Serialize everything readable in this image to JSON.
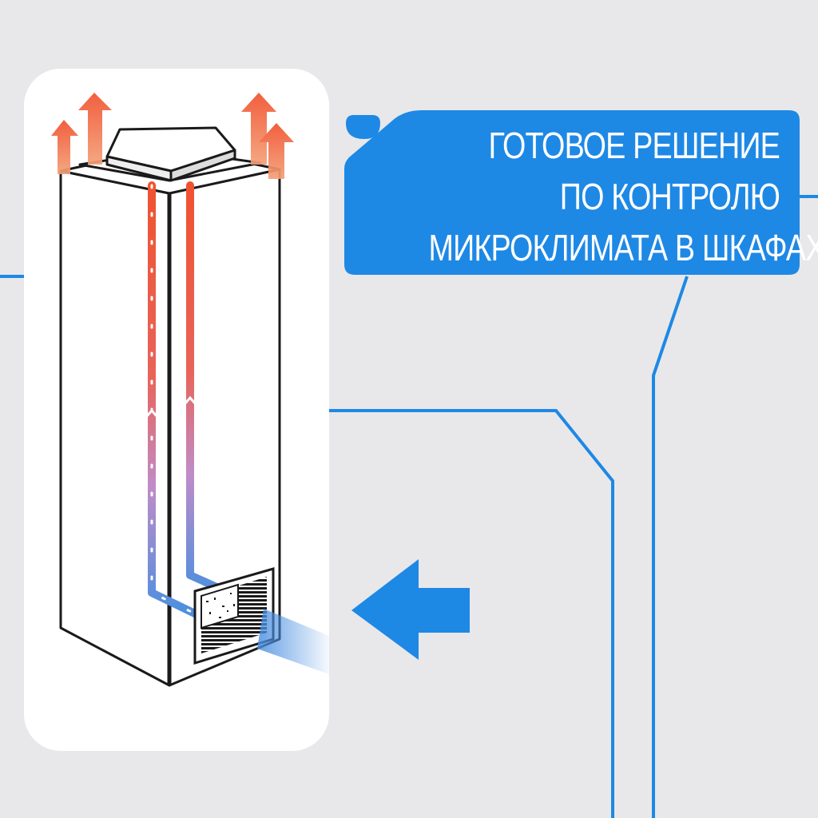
{
  "headline": {
    "lines": [
      "ГОТОВОЕ РЕШЕНИЕ",
      "ПО КОНТРОЛЮ",
      "МИКРОКЛИМАТА В ШКАФАХ"
    ]
  },
  "colors": {
    "background": "#e8e8ea",
    "accent_blue": "#1e88e5",
    "card": "#ffffff",
    "hot_air": "#f0522f",
    "cold_air": "#4a8fe0",
    "outline": "#1a1a1a"
  },
  "icons": {
    "hot_air_exhaust": "arrow-up-icon",
    "cold_air_intake": "arrow-left-icon",
    "enclosure": "cabinet-icon",
    "filter": "filter-grille-icon"
  }
}
